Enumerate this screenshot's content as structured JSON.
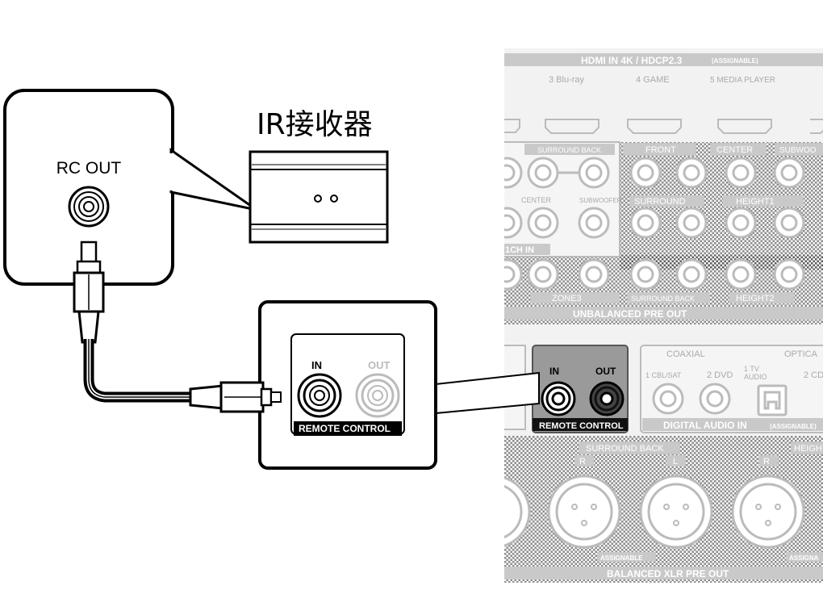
{
  "diagram": {
    "rc_out_label": "RC OUT",
    "ir_receiver_label": "IR接收器",
    "zoom_panel": {
      "in_label": "IN",
      "out_label": "OUT",
      "remote_control_label": "REMOTE CONTROL"
    },
    "rear_panel": {
      "hdmi_header": "HDMI IN  4K / HDCP2.3",
      "hdmi_assignable": "(ASSIGNABLE)",
      "hdmi_inputs": [
        "3 Blu-ray",
        "4 GAME",
        "5 MEDIA PLAYER"
      ],
      "surround_back": "SURROUND BACK",
      "front": "FRONT",
      "center_top": "CENTER",
      "subwoofer_top": "SUBWOO",
      "center": "CENTER",
      "subwoofer": "SUBWOOFER",
      "surround": "SURROUND",
      "height1": "HEIGHT1",
      "ch_in": "1CH IN",
      "zone3": "ZONE3",
      "surround_back_2": "SURROUND BACK",
      "height2": "HEIGHT2",
      "unbalanced_pre_out": "UNBALANCED PRE OUT",
      "rc_in": "IN",
      "rc_out": "OUT",
      "remote_control": "REMOTE CONTROL",
      "coaxial": "COAXIAL",
      "optical": "OPTICA",
      "cbl_sat": "1 CBL/SAT",
      "dvd": "2 DVD",
      "tv_audio_1": "1 TV",
      "tv_audio_2": "AUDIO",
      "cd": "2 CD",
      "digital_audio_in": "DIGITAL AUDIO IN",
      "digital_assignable": "(ASSIGNABLE)",
      "xlr_surround_back": "SURROUND BACK",
      "xlr_r": "R",
      "xlr_l": "L",
      "xlr_height": "HEIGH",
      "assignable": "ASSIGNABLE",
      "assignable_right": "ASSIGNA",
      "balanced_xlr_pre_out": "BALANCED XLR PRE OUT",
      "ch_r": "R",
      "ch_l": "L"
    }
  }
}
